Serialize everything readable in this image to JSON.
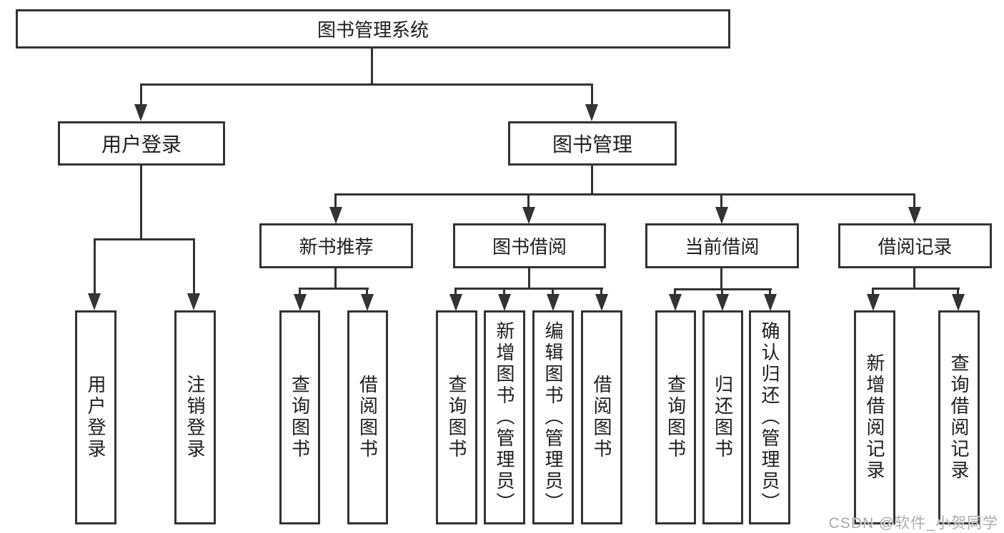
{
  "tree": {
    "label": "图书管理系统",
    "children": [
      {
        "label": "用户登录",
        "children": [
          {
            "label": "用户登录"
          },
          {
            "label": "注销登录"
          }
        ]
      },
      {
        "label": "图书管理",
        "children": [
          {
            "label": "新书推荐",
            "children": [
              {
                "label": "查询图书"
              },
              {
                "label": "借阅图书"
              }
            ]
          },
          {
            "label": "图书借阅",
            "children": [
              {
                "label": "查询图书"
              },
              {
                "label": "新增图书（管理员）"
              },
              {
                "label": "编辑图书（管理员）"
              },
              {
                "label": "借阅图书"
              }
            ]
          },
          {
            "label": "当前借阅",
            "children": [
              {
                "label": "查询图书"
              },
              {
                "label": "归还图书"
              },
              {
                "label": "确认归还（管理员）"
              }
            ]
          },
          {
            "label": "借阅记录",
            "children": [
              {
                "label": "新增借阅记录"
              },
              {
                "label": "查询借阅记录"
              }
            ]
          }
        ]
      }
    ]
  },
  "watermark": "CSDN @软件_小贺同学",
  "colors": {
    "line": "#333333",
    "text": "#1e1e1e",
    "watermark": "#ababab",
    "background": "#ffffff"
  }
}
